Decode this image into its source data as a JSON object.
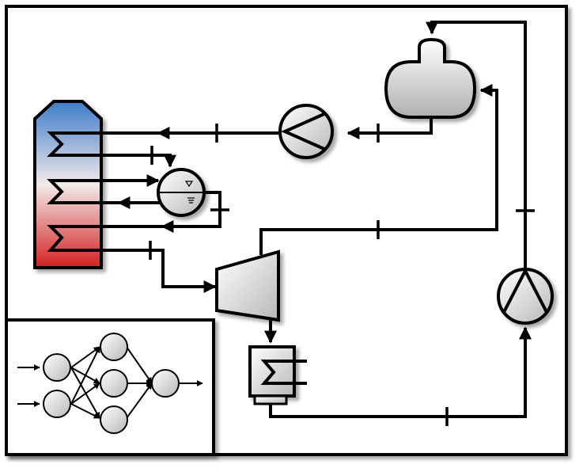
{
  "diagram": {
    "colors": {
      "stroke": "#000000",
      "background": "#ffffff",
      "shadow": "#9a9a9a",
      "boiler_top": "#3d7cc9",
      "boiler_mid": "#f2eaea",
      "boiler_bottom": "#d42020",
      "component_light": "#ffffff",
      "component_dark": "#b8b8b8"
    },
    "components": [
      {
        "id": "boiler",
        "icon": "boiler-heat-exchanger-icon"
      },
      {
        "id": "drum",
        "icon": "steam-drum-icon"
      },
      {
        "id": "pump_top",
        "icon": "pump-icon"
      },
      {
        "id": "feedwater_tank",
        "icon": "feedwater-tank-icon"
      },
      {
        "id": "turbine",
        "icon": "turbine-icon"
      },
      {
        "id": "condenser",
        "icon": "condenser-icon"
      },
      {
        "id": "pump_right",
        "icon": "pump-icon"
      },
      {
        "id": "neural_network",
        "icon": "neural-network-icon"
      }
    ],
    "neural_network": {
      "layer_sizes": [
        2,
        3,
        1
      ]
    }
  }
}
